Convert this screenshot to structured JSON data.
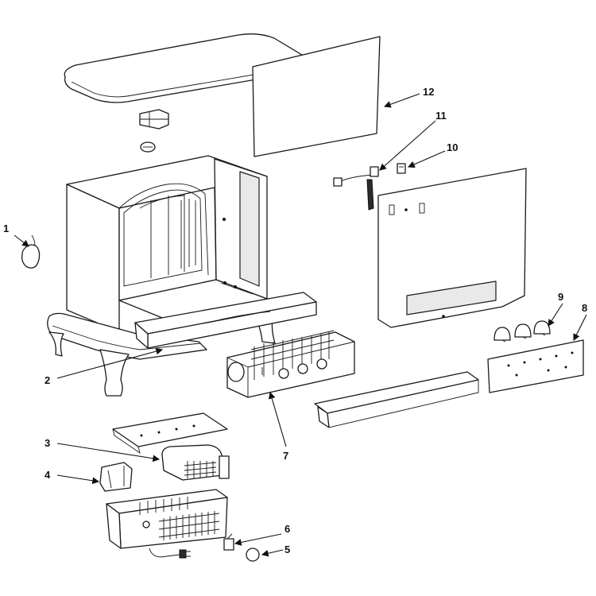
{
  "diagram": {
    "callouts": [
      {
        "id": "1",
        "label": "1"
      },
      {
        "id": "2",
        "label": "2"
      },
      {
        "id": "3",
        "label": "3"
      },
      {
        "id": "4",
        "label": "4"
      },
      {
        "id": "5",
        "label": "5"
      },
      {
        "id": "6",
        "label": "6"
      },
      {
        "id": "7",
        "label": "7"
      },
      {
        "id": "8",
        "label": "8"
      },
      {
        "id": "9",
        "label": "9"
      },
      {
        "id": "10",
        "label": "10"
      },
      {
        "id": "11",
        "label": "11"
      },
      {
        "id": "12",
        "label": "12"
      }
    ],
    "colors": {
      "line": "#1a1a1a",
      "fill": "#ffffff",
      "shade": "#e9e9e9"
    }
  }
}
